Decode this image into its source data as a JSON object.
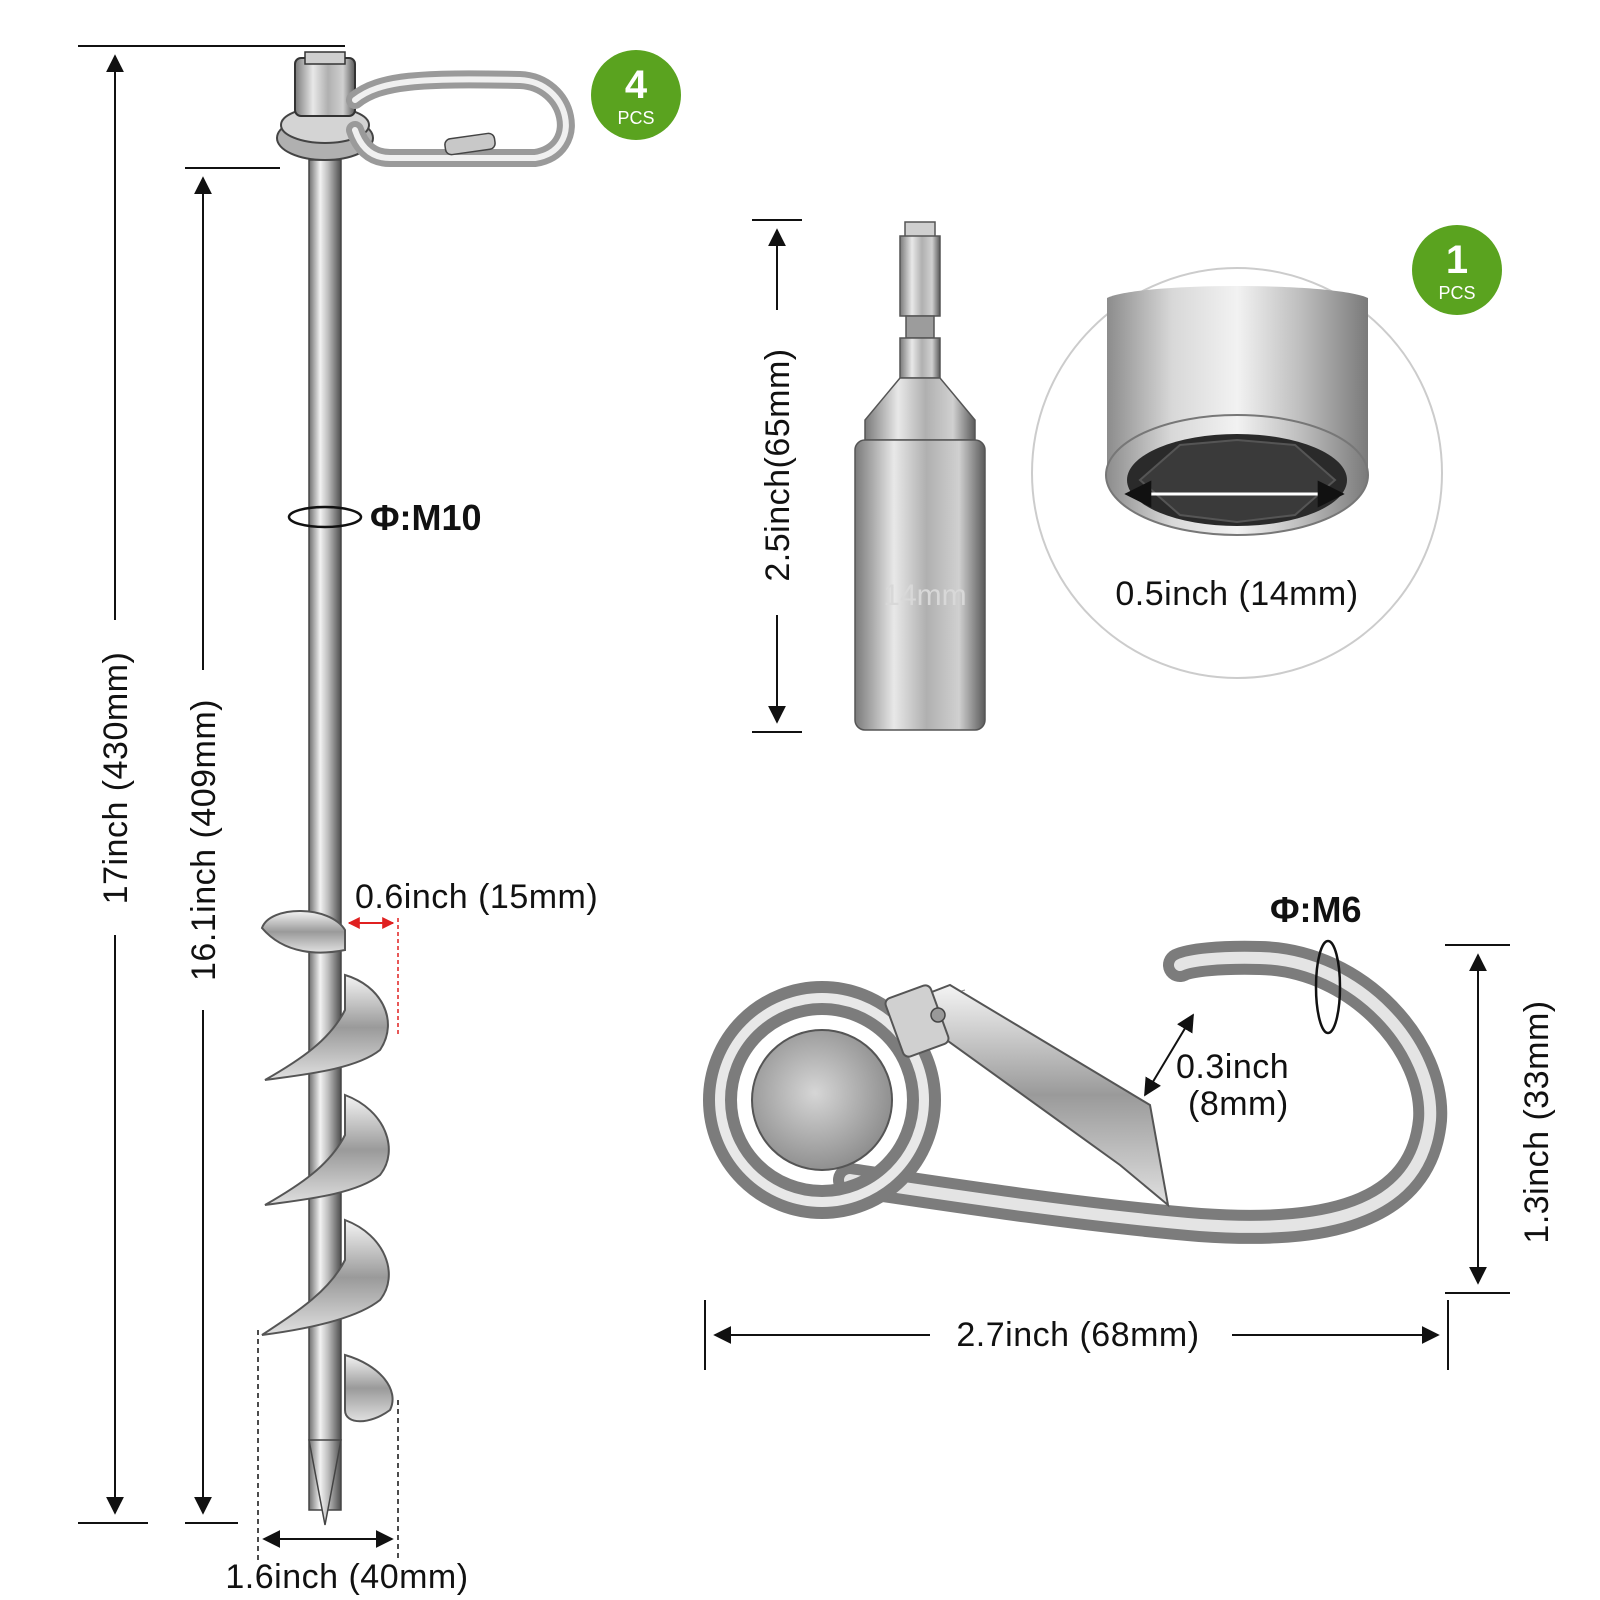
{
  "badges": {
    "stake": {
      "count": "4",
      "unit": "PCS"
    },
    "socket": {
      "count": "1",
      "unit": "PCS"
    }
  },
  "stake": {
    "total_length": "17inch (430mm)",
    "shaft_length": "16.1inch (409mm)",
    "rod_diameter": "Φ:M10",
    "blade_width": "0.6inch (15mm)",
    "spiral_width": "1.6inch (40mm)"
  },
  "socket": {
    "length": "2.5inch(65mm)",
    "etched_size": "14mm",
    "inner_size": "0.5inch (14mm)"
  },
  "carabiner": {
    "wire_diameter": "Φ:M6",
    "gate_opening_inch": "0.3inch",
    "gate_opening_mm": "(8mm)",
    "height": "1.3inch (33mm)",
    "length": "2.7inch (68mm)"
  },
  "colors": {
    "badge_green": "#5aa31f",
    "dimension_line": "#111111",
    "metal": "#b8b8b8",
    "red_marker": "#e02020"
  }
}
